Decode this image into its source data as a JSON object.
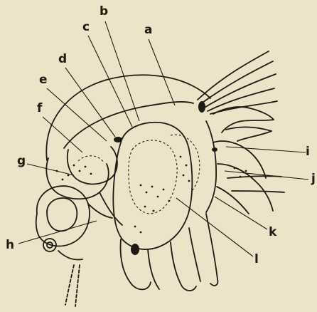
{
  "figure": {
    "labels": {
      "a": "a",
      "b": "b",
      "c": "c",
      "d": "d",
      "e": "e",
      "f": "f",
      "g": "g",
      "h": "h",
      "i": "i",
      "j": "j",
      "k": "k",
      "l": "l"
    },
    "colors": {
      "paper": "#ede3c8",
      "ink": "#1e1a14"
    }
  }
}
